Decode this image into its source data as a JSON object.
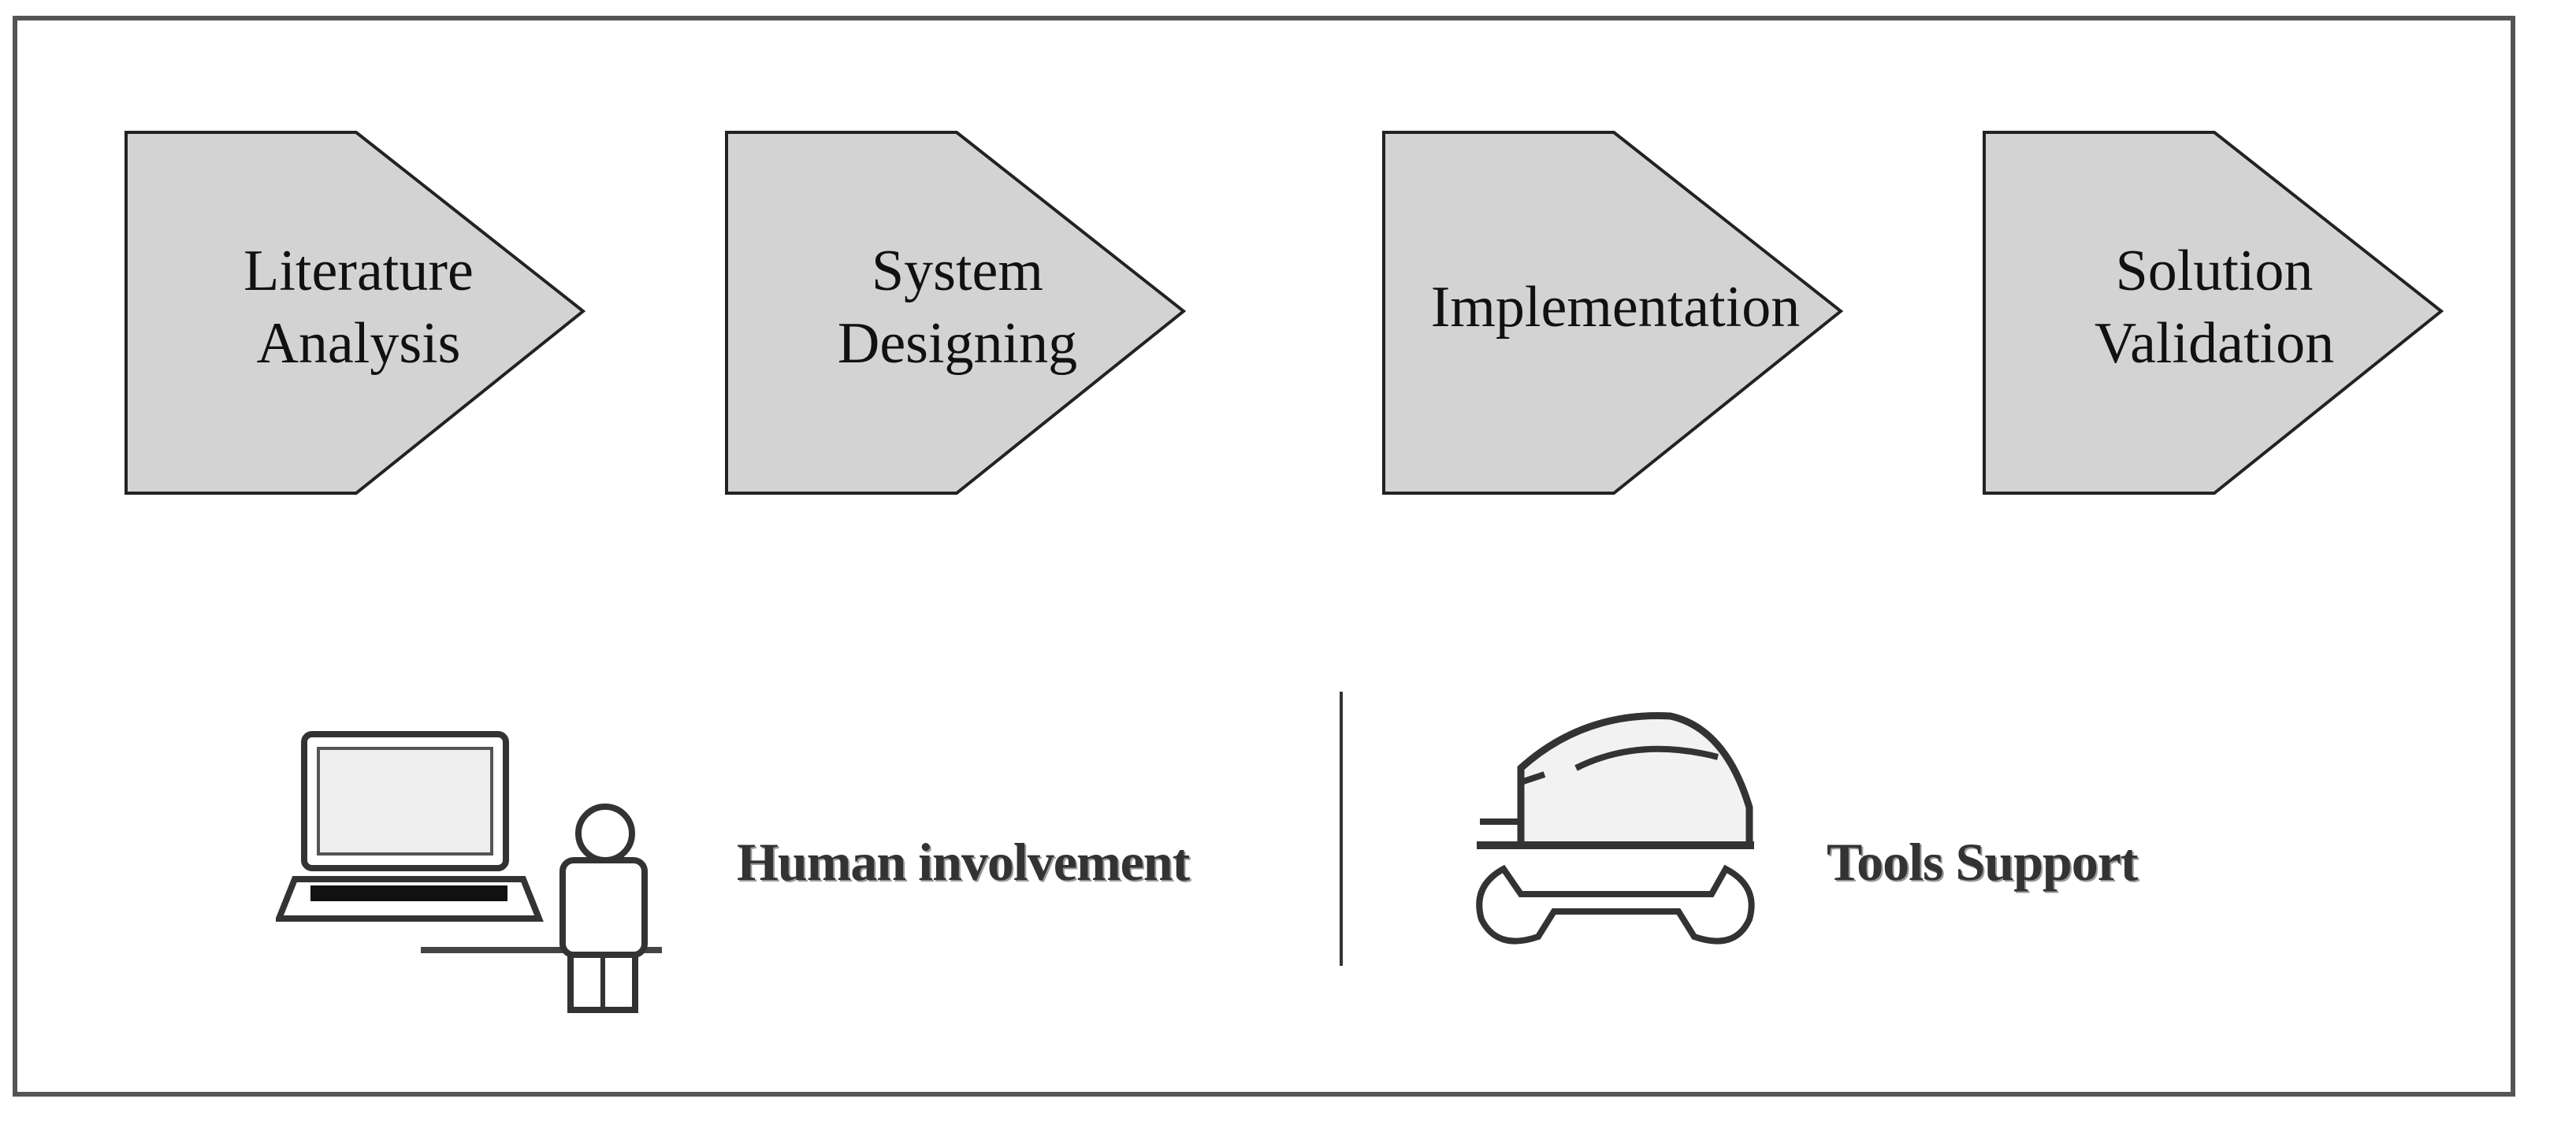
{
  "steps": [
    {
      "line1": "Literature",
      "line2": "Analysis"
    },
    {
      "line1": "System",
      "line2": "Designing"
    },
    {
      "line1": "Implementation",
      "line2": ""
    },
    {
      "line1": "Solution",
      "line2": "Validation"
    }
  ],
  "legend": {
    "human": {
      "label": "Human involvement",
      "icon": "person-at-laptop-icon"
    },
    "tools": {
      "label": "Tools Support",
      "icon": "hardhat-wrench-icon"
    }
  },
  "colors": {
    "step_fill": "#d3d3d3",
    "step_stroke": "#222222",
    "frame": "#555555"
  }
}
